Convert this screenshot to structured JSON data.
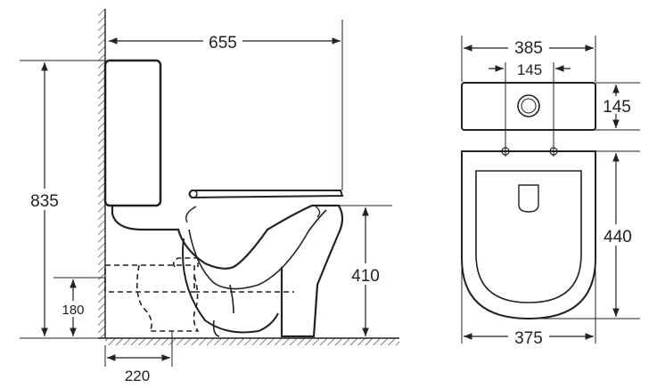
{
  "side_view": {
    "overall_depth": "655",
    "overall_height": "835",
    "seat_height": "410",
    "outlet_height": "180",
    "outlet_offset": "220"
  },
  "top_view": {
    "tank_width": "385",
    "hole_spacing": "145",
    "tank_depth": "145",
    "bowl_length": "440",
    "bowl_width": "375"
  },
  "colors": {
    "line": "#222222",
    "background": "#ffffff"
  }
}
